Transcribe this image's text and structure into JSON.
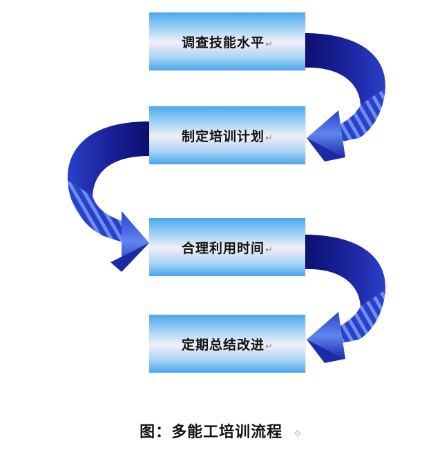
{
  "steps": [
    {
      "label": "调查技能水平"
    },
    {
      "label": "制定培训计划"
    },
    {
      "label": "合理利用时间"
    },
    {
      "label": "定期总结改进"
    }
  ],
  "return_mark": "↵",
  "caption": "图：多能工培训流程",
  "caption_icon": "drag-handle-icon",
  "colors": {
    "arrow_dark": "#0b0f6e",
    "arrow_mid": "#2a40c8",
    "arrow_light": "#5f86ee",
    "box_edge": "#4aa8ec",
    "box_center": "#f3eef8"
  }
}
